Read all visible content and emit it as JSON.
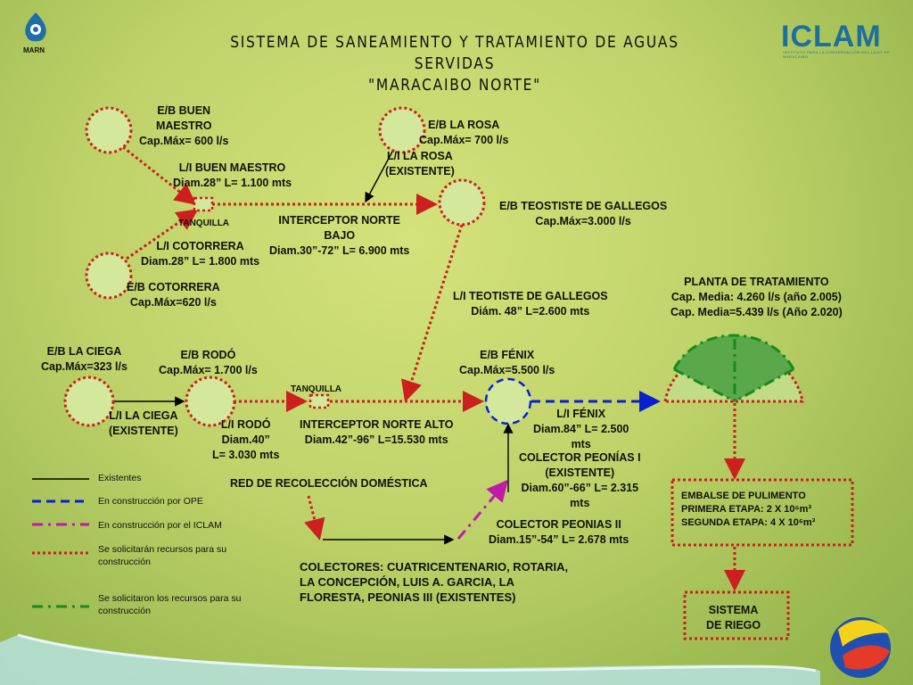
{
  "header": {
    "title_line1": "SISTEMA DE SANEAMIENTO Y TRATAMIENTO DE AGUAS SERVIDAS",
    "title_line2": "\"MARACAIBO NORTE\"",
    "left_logo_text": "MARN",
    "right_logo_text": "ICLAM",
    "right_logo_subtext": "INSTITUTO PARA LA CONSERVACIÓN DEL LAGO DE MARACAIBO"
  },
  "nodes": {
    "eb_buen_maestro": [
      "E/B BUEN",
      "MAESTRO",
      "Cap.Máx= 600 l/s"
    ],
    "eb_la_rosa": [
      "E/B LA ROSA",
      "Cap.Máx= 700 l/s"
    ],
    "li_la_rosa": [
      "L/I LA ROSA",
      "(EXISTENTE)"
    ],
    "li_buen_maestro": [
      "L/I BUEN MAESTRO",
      "Diam.28” L= 1.100 mts"
    ],
    "tanquilla_1": "TANQUILLA",
    "interceptor_norte_bajo": [
      "INTERCEPTOR NORTE",
      "BAJO",
      "Diam.30”-72” L= 6.900 mts"
    ],
    "eb_teotiste": [
      "E/B TEOSTISTE DE GALLEGOS",
      "Cap.Máx=3.000 l/s"
    ],
    "li_cotorrera": [
      "L/I COTORRERA",
      "Diam.28” L= 1.800 mts"
    ],
    "eb_cotorrera": [
      "E/B COTORRERA",
      "Cap.Máx=620 l/s"
    ],
    "li_teotiste": [
      "L/I TEOTISTE DE GALLEGOS",
      "Diám. 48” L=2.600 mts"
    ],
    "planta": [
      "PLANTA DE TRATAMIENTO",
      "Cap. Media: 4.260 l/s (año 2.005)",
      "Cap. Media=5.439 l/s (Año 2.020)"
    ],
    "eb_la_ciega": [
      "E/B LA CIEGA",
      "Cap.Máx=323 l/s"
    ],
    "eb_rodo": [
      "E/B RODÓ",
      "Cap.Máx= 1.700  l/s"
    ],
    "tanquilla_2": "TANQUILLA",
    "eb_fenix": [
      "E/B FÉNIX",
      "Cap.Máx=5.500 l/s"
    ],
    "li_la_ciega": [
      "L/I LA CIEGA",
      "(EXISTENTE)"
    ],
    "li_rodo": [
      "L/I RODÓ",
      "Diam.40”",
      "L= 3.030 mts"
    ],
    "interceptor_norte_alto": [
      "INTERCEPTOR NORTE ALTO",
      "Diam.42”-96” L=15.530 mts"
    ],
    "li_fenix": [
      "L/I FÉNIX",
      "Diam.84” L= 2.500",
      "mts"
    ],
    "colector_peonias_i": [
      "COLECTOR PEONÍAS I",
      "(EXISTENTE)",
      "Diam.60”-66” L= 2.315",
      "mts"
    ],
    "red_recoleccion": "RED DE RECOLECCIÓN DOMÉSTICA",
    "colector_peonias_ii": [
      "COLECTOR PEONIAS II",
      "Diam.15”-54” L= 2.678 mts"
    ],
    "colectores": [
      "COLECTORES: CUATRICENTENARIO, ROTARIA,",
      "LA CONCEPCIÓN, LUIS A. GARCIA, LA",
      "FLORESTA, PEONIAS III (EXISTENTES)"
    ],
    "embalse": [
      "EMBALSE DE PULIMENTO",
      "PRIMERA ETAPA: 2 X 10⁶m³",
      "SEGUNDA ETAPA: 4 X 10⁶m³"
    ],
    "sistema_riego": [
      "SISTEMA",
      "DE RIEGO"
    ]
  },
  "legend": [
    {
      "label": "Existentes",
      "style": "solid",
      "color": "#000000"
    },
    {
      "label": "En construcción por OPE",
      "style": "dashed",
      "color": "#0a20d0"
    },
    {
      "label": "En construcción por el ICLAM",
      "style": "dashdot",
      "color": "#c21aa8"
    },
    {
      "label": "Se solicitarán recursos para su construcción",
      "style": "dotted",
      "color": "#cc1f1f"
    },
    {
      "label": "Se solicitaron los recursos para su construcción",
      "style": "dashdot",
      "color": "#1a8a1a"
    }
  ],
  "colors": {
    "existing": "#000000",
    "ope": "#0a20d0",
    "iclam": "#c21aa8",
    "requested_future": "#cc1f1f",
    "requested": "#1a8a1a",
    "station_fill": "#d3e89a",
    "plant_fill": "#5aa84a"
  }
}
